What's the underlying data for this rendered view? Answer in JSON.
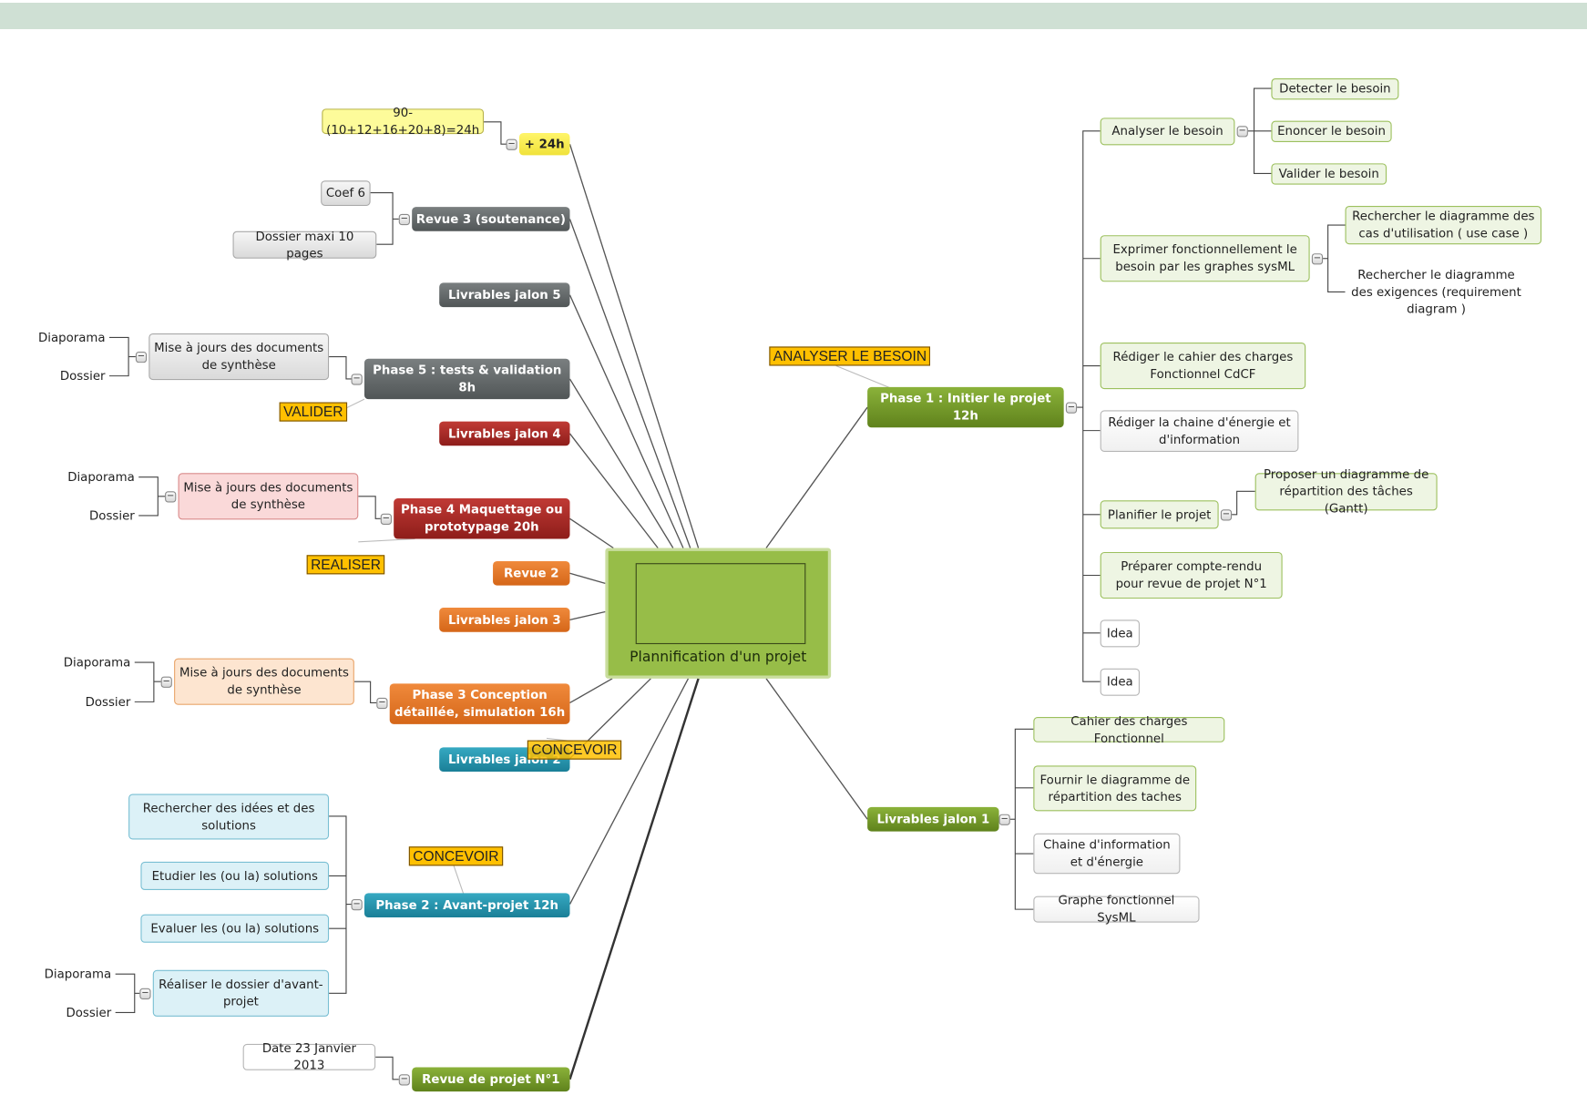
{
  "central_topic": {
    "title": "Plannification d'un projet"
  },
  "left": {
    "plus24": {
      "label": "+ 24h",
      "note": "90-(10+12+16+20+8)=24h"
    },
    "revue3": {
      "label": "Revue 3 (soutenance)",
      "coef": "Coef 6",
      "dossier": "Dossier maxi 10 pages"
    },
    "jalon5": {
      "label": "Livrables jalon 5"
    },
    "phase5": {
      "label": "Phase 5 : tests & validation 8h",
      "child": "Mise à jours des documents de synthèse",
      "diaporama": "Diaporama",
      "dossier": "Dossier",
      "tag": "VALIDER"
    },
    "jalon4": {
      "label": "Livrables jalon 4"
    },
    "phase4": {
      "label": "Phase 4 Maquettage ou prototypage 20h",
      "child": "Mise à jours des documents de synthèse",
      "diaporama": "Diaporama",
      "dossier": "Dossier",
      "tag": "REALISER"
    },
    "revue2": {
      "label": "Revue 2"
    },
    "jalon3": {
      "label": "Livrables jalon 3"
    },
    "phase3": {
      "label": "Phase 3 Conception détaillée, simulation 16h",
      "child": "Mise à jours des documents de synthèse",
      "diaporama": "Diaporama",
      "dossier": "Dossier",
      "tag": "CONCEVOIR"
    },
    "jalon2": {
      "label": "Livrables jalon 2"
    },
    "phase2": {
      "label": "Phase 2 : Avant-projet 12h",
      "tag": "CONCEVOIR",
      "children": [
        "Rechercher des idées et des solutions",
        "Etudier les (ou la) solutions",
        "Evaluer les (ou la) solutions",
        "Réaliser le dossier d'avant-projet"
      ],
      "diaporama": "Diaporama",
      "dossier": "Dossier"
    },
    "revue1": {
      "label": "Revue de projet N°1",
      "date": "Date 23 Janvier 2013"
    }
  },
  "right": {
    "phase1": {
      "label": "Phase 1 : Initier le projet 12h",
      "tag": "ANALYSER LE BESOIN",
      "analyser": {
        "label": "Analyser le besoin",
        "children": [
          "Detecter le besoin",
          "Enoncer le besoin",
          "Valider le besoin"
        ]
      },
      "exprimer": {
        "label": "Exprimer fonctionnellement le besoin par les graphes sysML",
        "children": [
          "Rechercher le diagramme des cas d'utilisation ( use case )",
          "Rechercher le diagramme des exigences (requirement diagram )"
        ]
      },
      "rediger_cdcf": "Rédiger le cahier des charges Fonctionnel CdCF",
      "rediger_chaine": "Rédiger la chaine d'énergie et d'information",
      "planifier": {
        "label": "Planifier le projet",
        "child": "Proposer un diagramme de répartition des tâches (Gantt)"
      },
      "preparer": "Préparer compte-rendu pour revue de projet N°1",
      "idea1": "Idea",
      "idea2": "Idea"
    },
    "jalon1": {
      "label": "Livrables jalon 1",
      "children": [
        "Cahier des charges Fonctionnel",
        "Fournir  le diagramme de répartition des taches",
        "Chaine d'information et d'énergie",
        "Graphe fonctionnel  SysML"
      ]
    }
  },
  "collapse_symbol": "−",
  "colors": {
    "topbar": "#cfe0d4",
    "central": "#97bd48",
    "olive": "#6f9226",
    "gray": "#5f6466",
    "darkred": "#a52a26",
    "orange": "#e0742a",
    "teal": "#258fa8",
    "yellow": "#f6ea4a",
    "tag": "#ffc000"
  }
}
